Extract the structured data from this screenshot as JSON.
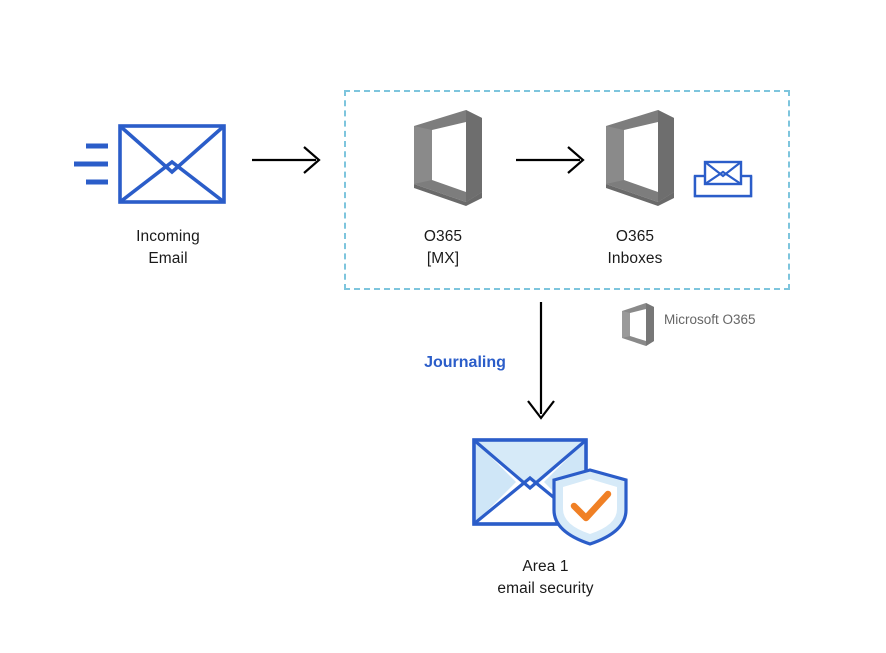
{
  "diagram": {
    "title": "O365 Journaling to Area 1 email security flow",
    "background": "#ffffff",
    "colors": {
      "envelope_blue": "#2b5dc9",
      "dashed_border": "#7ec5dd",
      "office_gray": "#7d7d7d",
      "office_gray_dark": "#6a6a6a",
      "arrow_black": "#000000",
      "journaling_blue": "#2b5dc9",
      "legend_gray": "#666666",
      "shield_orange": "#f08025",
      "envelope_fill_light": "#d6eaf8",
      "envelope_fill_pale": "#eaf4fc"
    }
  },
  "nodes": {
    "incoming_email": {
      "label": "Incoming\nEmail",
      "icon": "envelope-icon"
    },
    "o365_mx": {
      "label": "O365\n[MX]",
      "icon": "office365-icon"
    },
    "o365_inboxes": {
      "label": "O365\nInboxes",
      "icon": "office365-icon",
      "badge_icon": "inbox-tray-icon"
    },
    "area1": {
      "label": "Area 1\nemail security",
      "icon": "email-shield-icon"
    }
  },
  "edges": {
    "incoming_to_mx": {
      "style": "arrow-right",
      "label": ""
    },
    "mx_to_inboxes": {
      "style": "arrow-right",
      "label": ""
    },
    "inboxes_to_area1": {
      "style": "arrow-down",
      "label": "Journaling"
    }
  },
  "zone": {
    "name": "microsoft-o365-zone",
    "border_style": "dashed"
  },
  "legend": {
    "icon": "office365-icon",
    "text": "Microsoft O365"
  }
}
